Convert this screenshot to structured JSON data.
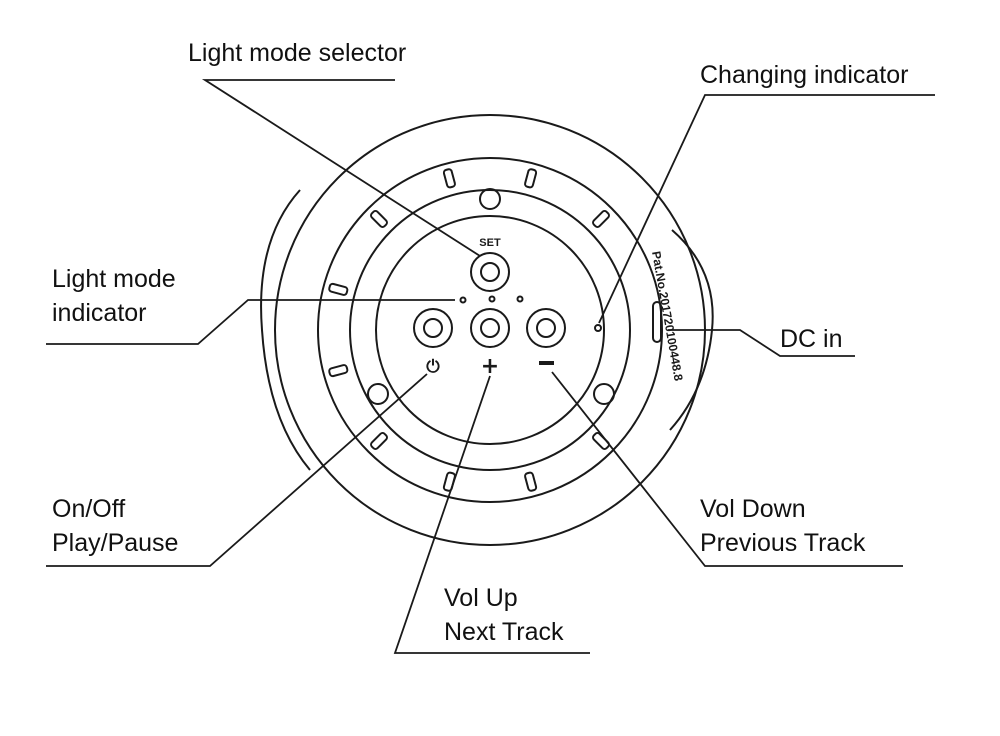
{
  "labels": {
    "light_mode_selector": "Light mode selector",
    "changing_indicator": "Changing indicator",
    "light_mode_indicator": [
      "Light mode",
      "indicator"
    ],
    "dc_in": "DC in",
    "on_off": [
      "On/Off",
      "Play/Pause"
    ],
    "vol_down": [
      "Vol Down",
      "Previous Track"
    ],
    "vol_up": [
      "Vol Up",
      "Next Track"
    ]
  },
  "device": {
    "set_label": "SET",
    "patent_text": "Pat.No.201720100448.8",
    "power_symbol": "⏻",
    "plus_symbol": "+",
    "minus_symbol": "−"
  },
  "colors": {
    "line": "#1a1a1a",
    "background": "#ffffff"
  }
}
